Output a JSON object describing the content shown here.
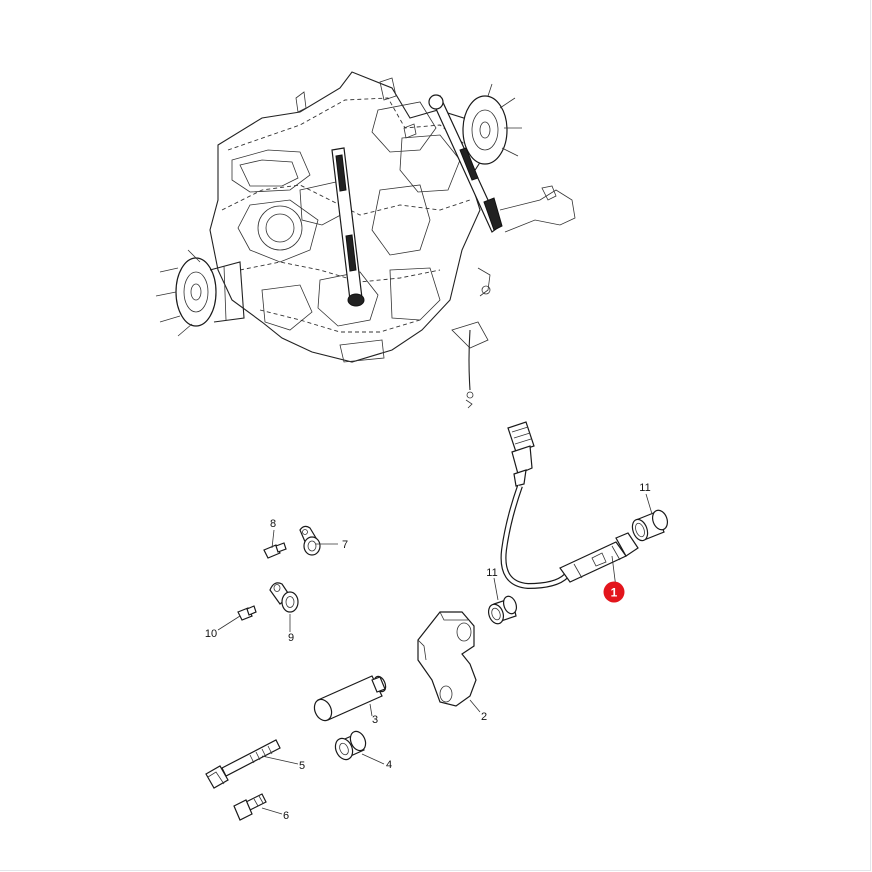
{
  "callouts": [
    {
      "id": "c1",
      "label": "1",
      "highlight": true
    },
    {
      "id": "c2",
      "label": "2"
    },
    {
      "id": "c3",
      "label": "3"
    },
    {
      "id": "c4",
      "label": "4"
    },
    {
      "id": "c5",
      "label": "5"
    },
    {
      "id": "c6",
      "label": "6"
    },
    {
      "id": "c7",
      "label": "7"
    },
    {
      "id": "c8",
      "label": "8"
    },
    {
      "id": "c9",
      "label": "9"
    },
    {
      "id": "c10",
      "label": "10"
    },
    {
      "id": "c11a",
      "label": "11"
    },
    {
      "id": "c11b",
      "label": "11"
    }
  ],
  "colors": {
    "highlight": "#e3151c",
    "line": "#222222",
    "frame": "#e3e6ea"
  }
}
